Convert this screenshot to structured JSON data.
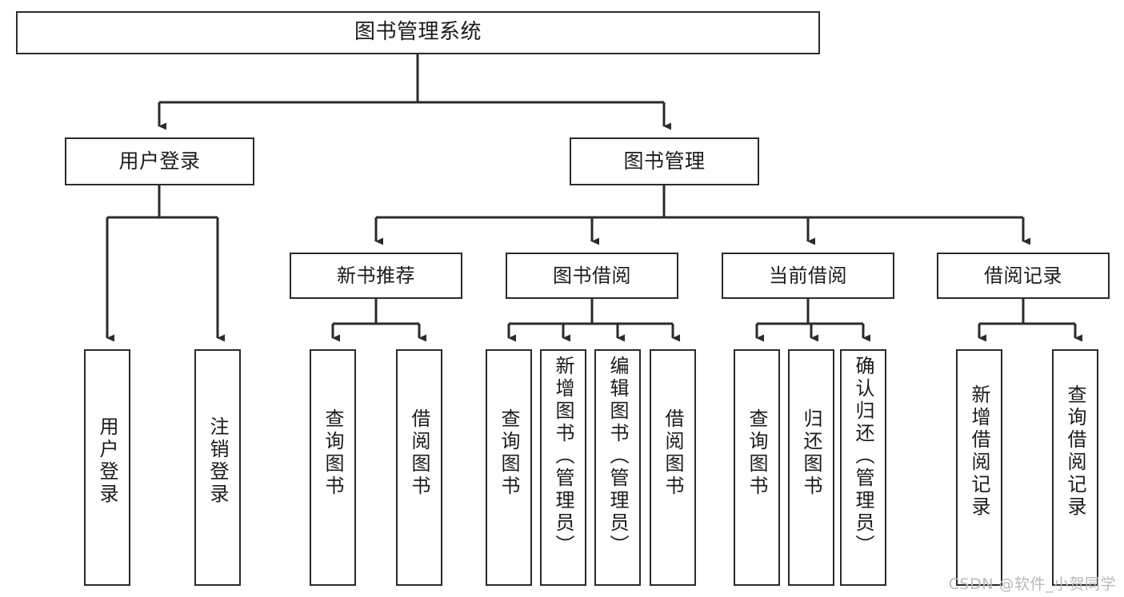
{
  "diagram": {
    "title": "图书管理系统",
    "type": "tree-hierarchy-diagram",
    "orientation": "top-down",
    "watermark": "CSDN @软件_小贺同学",
    "colors": {
      "box_border": "#2b2b2b",
      "box_fill": "#ffffff",
      "edge": "#2b2b2b",
      "text": "#1b1b1b",
      "watermark": "#b9b9b9",
      "background": "#ffffff"
    },
    "levels": {
      "root": "图书管理系统",
      "level2": [
        "用户登录",
        "图书管理"
      ],
      "level3": [
        "新书推荐",
        "图书借阅",
        "当前借阅",
        "借阅记录"
      ]
    },
    "nodes": {
      "root": {
        "label": "图书管理系统"
      },
      "user_login": {
        "label": "用户登录"
      },
      "book_manage": {
        "label": "图书管理"
      },
      "new_book_rec": {
        "label": "新书推荐"
      },
      "book_borrow": {
        "label": "图书借阅"
      },
      "current_borrow": {
        "label": "当前借阅"
      },
      "borrow_record": {
        "label": "借阅记录"
      },
      "leaf_user_login": {
        "label": "用户登录"
      },
      "leaf_logout": {
        "label": "注销登录"
      },
      "leaf_query_book_1": {
        "label": "查询图书"
      },
      "leaf_borrow_book_1": {
        "label": "借阅图书"
      },
      "leaf_query_book_2": {
        "label": "查询图书"
      },
      "leaf_add_book": {
        "label": "新增图书（管理员）"
      },
      "leaf_edit_book": {
        "label": "编辑图书（管理员）"
      },
      "leaf_borrow_book_2": {
        "label": "借阅图书"
      },
      "leaf_query_book_3": {
        "label": "查询图书"
      },
      "leaf_return_book": {
        "label": "归还图书"
      },
      "leaf_confirm_return": {
        "label": "确认归还（管理员）"
      },
      "leaf_add_record": {
        "label": "新增借阅记录"
      },
      "leaf_query_record": {
        "label": "查询借阅记录"
      }
    },
    "edges": [
      {
        "from": "图书管理系统",
        "to": "用户登录"
      },
      {
        "from": "图书管理系统",
        "to": "图书管理"
      },
      {
        "from": "用户登录",
        "to": "用户登录"
      },
      {
        "from": "用户登录",
        "to": "注销登录"
      },
      {
        "from": "图书管理",
        "to": "新书推荐"
      },
      {
        "from": "图书管理",
        "to": "图书借阅"
      },
      {
        "from": "图书管理",
        "to": "当前借阅"
      },
      {
        "from": "图书管理",
        "to": "借阅记录"
      },
      {
        "from": "新书推荐",
        "to": "查询图书"
      },
      {
        "from": "新书推荐",
        "to": "借阅图书"
      },
      {
        "from": "图书借阅",
        "to": "查询图书"
      },
      {
        "from": "图书借阅",
        "to": "新增图书（管理员）"
      },
      {
        "from": "图书借阅",
        "to": "编辑图书（管理员）"
      },
      {
        "from": "图书借阅",
        "to": "借阅图书"
      },
      {
        "from": "当前借阅",
        "to": "查询图书"
      },
      {
        "from": "当前借阅",
        "to": "归还图书"
      },
      {
        "from": "当前借阅",
        "to": "确认归还（管理员）"
      },
      {
        "from": "借阅记录",
        "to": "新增借阅记录"
      },
      {
        "from": "借阅记录",
        "to": "查询借阅记录"
      }
    ]
  }
}
